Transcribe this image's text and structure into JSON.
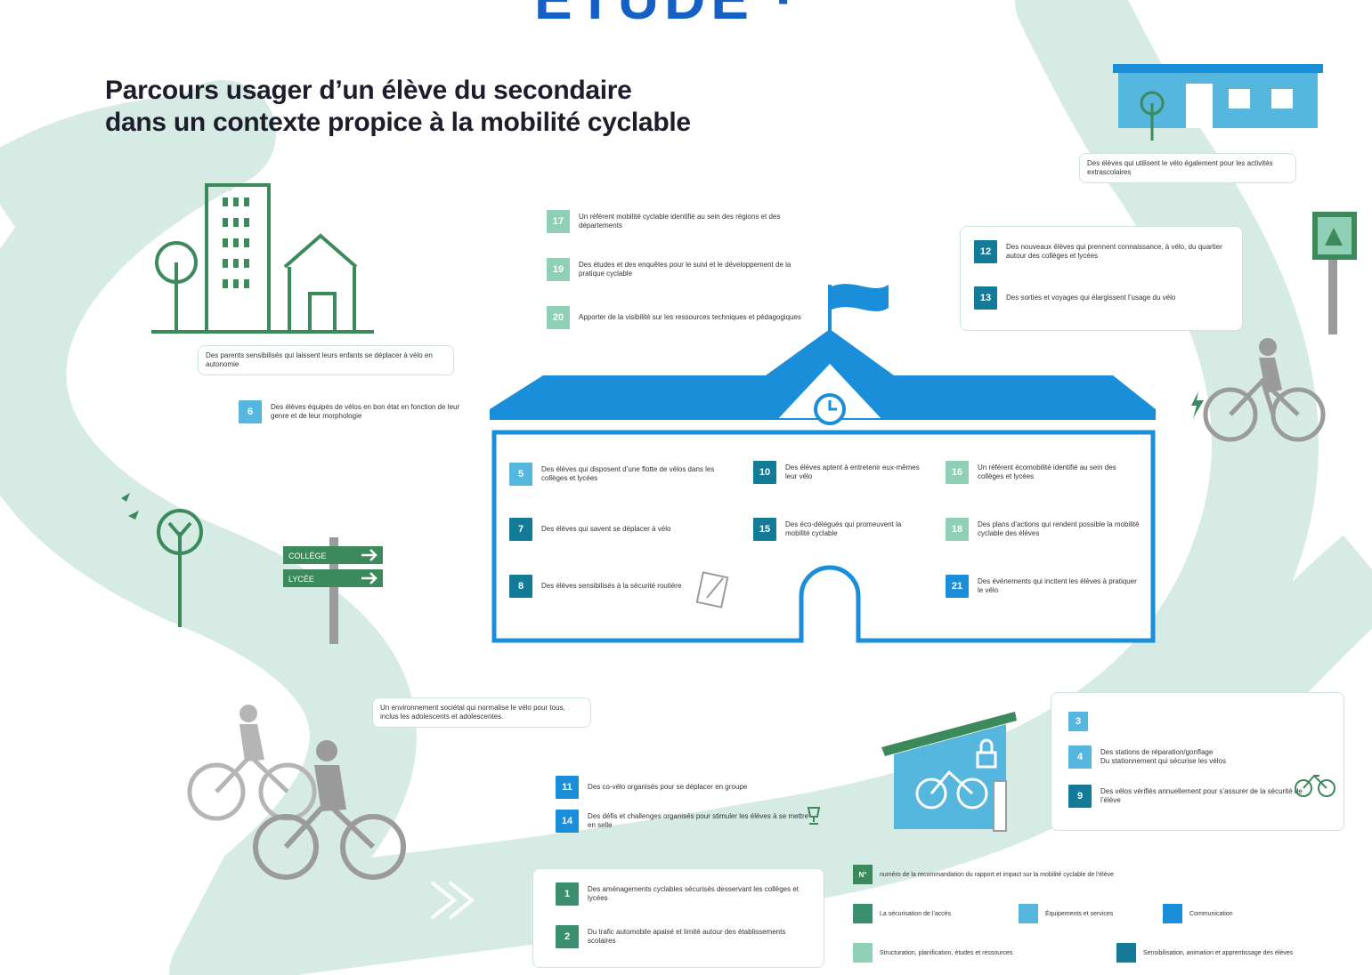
{
  "title_line1": "Parcours usager d’un élève du secondaire",
  "title_line2": "dans un contexte propice à la mobilité cyclable",
  "colors": {
    "road": "#d6ebe3",
    "school": "#1a8ed8",
    "green": "#3c8a5b",
    "grey_figure": "#9b9b9b",
    "light_blue": "#55b7de"
  },
  "cards": {
    "parents": "Des parents sensibilisés qui laissent leurs enfants se déplacer à vélo en autonomie",
    "extrascolaire": "Des élèves qui utilisent le vélo également pour les activités extrascolaires",
    "environnement": "Un environnement sociétal qui normalise le vélo pour tous, inclus les adolescents et adolescentes."
  },
  "signs": {
    "college": "COLLÈGE",
    "lycee": "LYCÉE"
  },
  "items": {
    "i6": {
      "num": "6",
      "text": "Des élèves équipés de vélos en bon état en fonction de leur genre et de leur morphologie"
    },
    "i17": {
      "num": "17",
      "text": "Un référent mobilité cyclable identifié au sein des régions et des départements"
    },
    "i19": {
      "num": "19",
      "text": "Des études et des enquêtes pour le suivi et le développement de la pratique cyclable"
    },
    "i20": {
      "num": "20",
      "text": "Apporter de la visibilité sur les ressources techniques et pédagogiques"
    },
    "i12": {
      "num": "12",
      "text": "Des nouveaux élèves qui prennent connaissance, à vélo, du quartier autour des collèges et lycées"
    },
    "i13": {
      "num": "13",
      "text": "Des sorties et voyages qui élargissent l’usage du vélo"
    },
    "i5": {
      "num": "5",
      "text": "Des élèves qui disposent d’une flotte de vélos dans les collèges et lycées"
    },
    "i7": {
      "num": "7",
      "text": "Des élèves qui savent se déplacer à vélo"
    },
    "i8": {
      "num": "8",
      "text": "Des élèves sensibilisés à la sécurité routière"
    },
    "i10": {
      "num": "10",
      "text": "Des élèves aptent à entretenir eux-mêmes leur vélo"
    },
    "i15": {
      "num": "15",
      "text": "Des éco-délégués qui promeuvent la mobilité cyclable"
    },
    "i16": {
      "num": "16",
      "text": "Un référent écomobilité identifié au sein des collèges et lycées"
    },
    "i18": {
      "num": "18",
      "text": "Des plans d’actions qui rendent possible la mobilité cyclable des élèves"
    },
    "i21": {
      "num": "21",
      "text": "Des événements qui incitent les élèves à pratiquer le vélo"
    },
    "i11": {
      "num": "11",
      "text": "Des co-vélo organisés pour se déplacer en groupe"
    },
    "i14": {
      "num": "14",
      "text": "Des défis et challenges organisés pour stimuler les élèves à se mettre en selle"
    },
    "i1": {
      "num": "1",
      "text": "Des aménagements cyclables sécurisés desservant les collèges et lycées"
    },
    "i2": {
      "num": "2",
      "text": "Du trafic automobile apaisé et limité autour des établissements scolaires"
    },
    "i3": {
      "num": "3",
      "text": ""
    },
    "i4": {
      "num": "4",
      "text": "Des stations de réparation/gonflage"
    },
    "i4b": {
      "text": "Du stationnement qui sécurise les vélos"
    },
    "i9": {
      "num": "9",
      "text": "Des vélos vérifiés annuellement pour s’assurer de la sécurité de l’élève"
    }
  },
  "legend": {
    "n_badge": "N°",
    "n_text": "numéro de la recommandation du rapport et impact sur la mobilité cyclable de l’élève",
    "securisation": "La sécurisation de l’accès",
    "equipements": "Équipements et services",
    "communication": "Communication",
    "structuration": "Structuration, planification, études et ressources",
    "sensibilisation": "Sensibilisation, animation et apprentissage des élèves"
  }
}
